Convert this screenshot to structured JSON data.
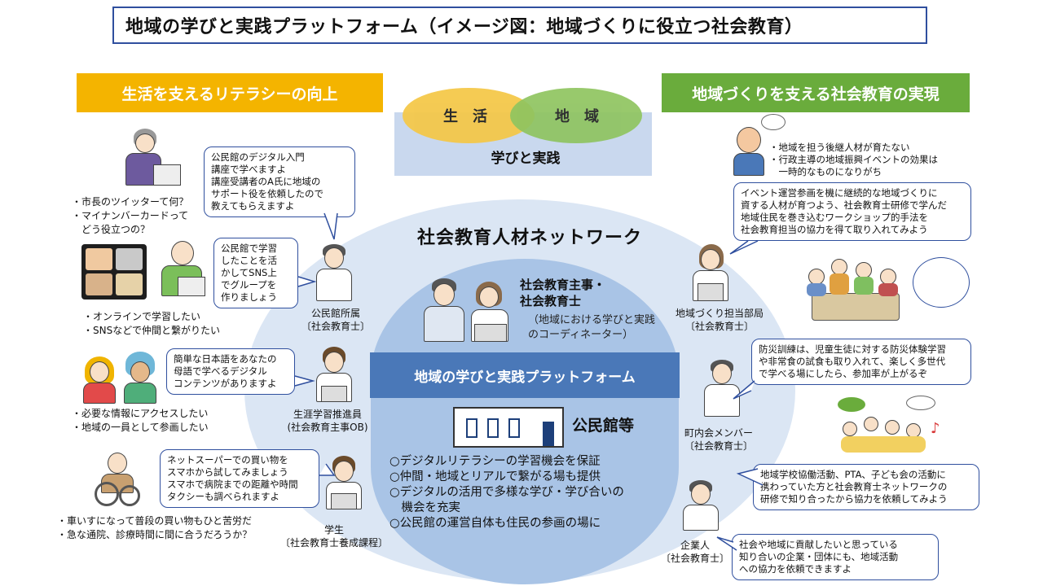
{
  "title": "地域の学びと実践プラットフォーム（イメージ図：地域づくりに役立つ社会教育）",
  "banner_left": "生活を支えるリテラシーの向上",
  "banner_right": "地域づくりを支える社会教育の実現",
  "venn": {
    "left": "生活",
    "right": "地域",
    "bottom": "学びと実践"
  },
  "network_title": "社会教育人材ネットワーク",
  "coordinator": {
    "title": "社会教育主事・\n社会教育士",
    "desc": "（地域における学びと実践\nのコーディネーター）"
  },
  "platform": "地域の学びと実践プラットフォーム",
  "kominkan": "公民館等",
  "platform_items": [
    "○デジタルリテラシーの学習機会を保証",
    "○仲間・地域とリアルで繋がる場も提供",
    "○デジタルの活用で多様な学び・学び合いの\n　機会を充実",
    "○公民館の運営自体も住民の参画の場に"
  ],
  "left_notes": [
    "・市長のツイッターて何？\n・マイナンバーカードって\n　どう役立つの？",
    "・オンラインで学習したい\n・SNSなどで仲間と繋がりたい",
    "・必要な情報にアクセスしたい\n・地域の一員として参画したい",
    "・車いすになって普段の買い物もひと苦労だ\n・急な通院、診療時間に間に合うだろうか？"
  ],
  "left_bubbles": [
    "公民館のデジタル入門\n講座で学べますよ\n講座受講者のA氏に地域の\nサポート役を依頼したので\n教えてもらえますよ",
    "公民館で学習\nしたことを活\nかしてSNS上\nでグループを\n作りましょう",
    "簡単な日本語をあなたの\n母語で学べるデジタル\nコンテンツがありますよ",
    "ネットスーパーでの買い物を\nスマホから試してみましょう\nスマホで病院までの距離や時間\nタクシーも調べられますよ"
  ],
  "left_roles": [
    "公民館所属\n〔社会教育士〕",
    "生涯学習推進員\n(社会教育主事OB)",
    "学生\n〔社会教育士養成課程〕"
  ],
  "right_notes": [
    "・地域を担う後継人材が育たない\n・行政主導の地域振興イベントの効果は\n　一時的なものになりがち"
  ],
  "right_bubbles": [
    "イベント運営参画を機に継続的な地域づくりに\n資する人材が育つよう、社会教育士研修で学んだ\n地域住民を巻き込むワークショップ的手法を\n社会教育担当の協力を得て取り入れてみよう",
    "防災訓練は、児童生徒に対する防災体験学習\nや非常食の試食も取り入れて、楽しく多世代\nで学べる場にしたら、参加率が上がるぞ",
    "地域学校協働活動、PTA、子ども会の活動に\n携わっていた方と社会教育士ネットワークの\n研修で知り合ったから協力を依頼してみよう",
    "社会や地域に貢献したいと思っている\n知り合いの企業・団体にも、地域活動\nへの協力を依頼できますよ"
  ],
  "right_roles": [
    "地域づくり担当部局\n〔社会教育士〕",
    "町内会メンバー\n〔社会教育士〕",
    "企業人\n〔社会教育士〕"
  ],
  "colors": {
    "frame": "#2f4f9e",
    "yellow": "#f4b400",
    "green": "#6aac3c",
    "network_bg": "#dbe6f4",
    "inner_bg": "#a9c4e6",
    "platform_bar": "#4a78b8"
  }
}
